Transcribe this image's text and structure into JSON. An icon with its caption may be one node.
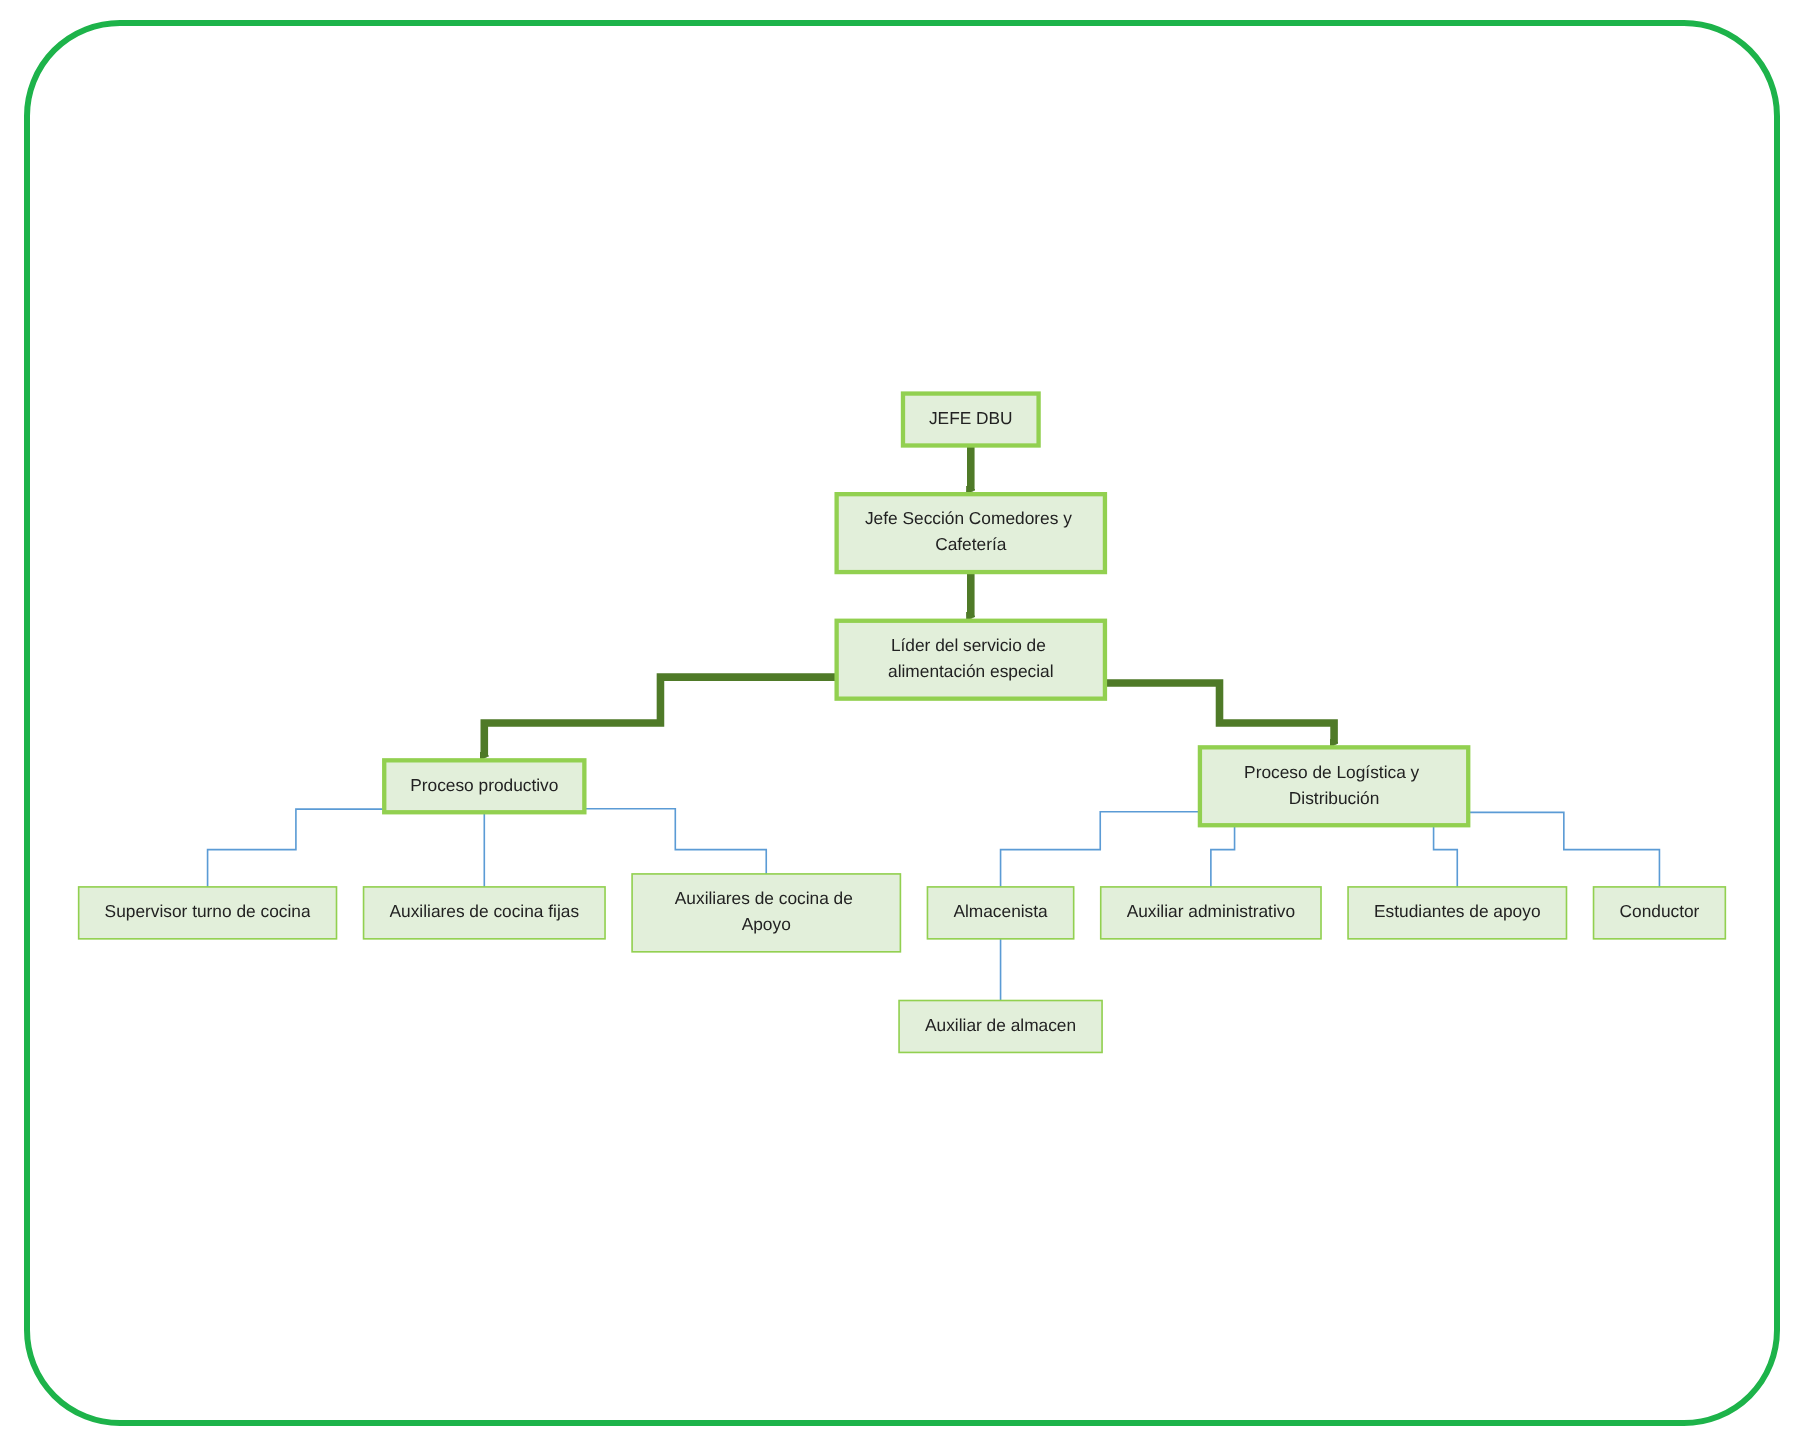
{
  "diagram": {
    "nodes": [
      {
        "text": [
          "JEFE DBU"
        ]
      },
      {
        "text": [
          "Jefe Sección Comedores y Cafetería"
        ]
      },
      {
        "text": [
          "Líder del servicio de alimentación especial"
        ]
      },
      {
        "text": [
          "Proceso productivo"
        ]
      },
      {
        "text": [
          "Supervisor turno de cocina"
        ]
      },
      {
        "text": [
          "Auxiliares de cocina fijas"
        ]
      },
      {
        "text": [
          "Auxiliares de cocina de Apoyo"
        ]
      },
      {
        "text": [
          "Proceso de Logística y Distribución"
        ]
      },
      {
        "text": [
          "Almacenista"
        ]
      },
      {
        "text": [
          "Auxiliar de almacen"
        ]
      },
      {
        "text": [
          "Auxiliar administrativo"
        ]
      },
      {
        "text": [
          "Estudiantes de apoyo"
        ]
      },
      {
        "text": [
          "Conductor"
        ]
      }
    ],
    "edges": [
      {
        "from": 0,
        "to": 1,
        "arrow": "to",
        "style": "thick",
        "color": "#4f7a28"
      },
      {
        "from": 1,
        "to": 2,
        "arrow": "to",
        "style": "thick",
        "color": "#4f7a28"
      },
      {
        "from": 2,
        "to": 3,
        "arrow": "to",
        "style": "thick",
        "color": "#4f7a28"
      },
      {
        "from": 2,
        "to": 7,
        "arrow": "to",
        "style": "thick",
        "color": "#4f7a28"
      },
      {
        "from": 3,
        "to": 4,
        "arrow": "none"
      },
      {
        "from": 3,
        "to": 5,
        "arrow": "none"
      },
      {
        "from": 3,
        "to": 6,
        "arrow": "none"
      },
      {
        "from": 7,
        "to": 8,
        "arrow": "none"
      },
      {
        "from": 8,
        "to": 9,
        "arrow": "none"
      },
      {
        "from": 7,
        "to": 10,
        "arrow": "none"
      },
      {
        "from": 7,
        "to": 11,
        "arrow": "none"
      },
      {
        "from": 7,
        "to": 12,
        "arrow": "none"
      }
    ]
  }
}
